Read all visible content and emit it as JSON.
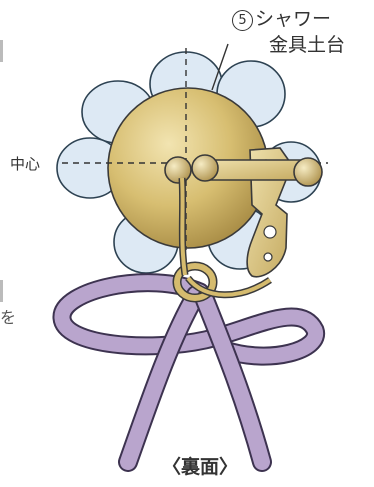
{
  "labels": {
    "part_number": "5",
    "part_name_line1": "シャワー",
    "part_name_line2": "金具土台",
    "center": "中心",
    "side_text": "を",
    "caption": "〈裏面〉"
  },
  "colors": {
    "petal_fill": "#dde9f4",
    "petal_stroke": "#2d4252",
    "base_gold": "#d5bb6e",
    "cord_purple": "#b9a5cd",
    "outline": "#3a3a3a"
  }
}
